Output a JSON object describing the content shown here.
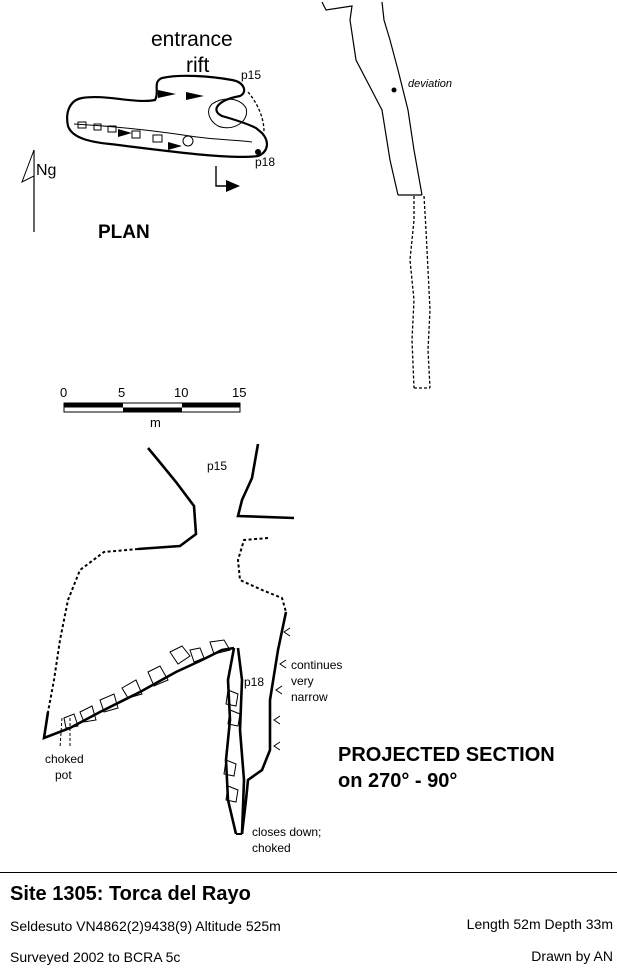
{
  "plan": {
    "entrance_label": "entrance",
    "rift_label": "rift",
    "p15_label": "p15",
    "p18_label": "p18",
    "north_label": "Ng",
    "title": "PLAN"
  },
  "elevation": {
    "deviation_label": "deviation"
  },
  "scale": {
    "ticks": [
      "0",
      "5",
      "10",
      "15"
    ],
    "unit": "m"
  },
  "section": {
    "p15_label": "p15",
    "p18_label": "p18",
    "continues_line1": "continues",
    "continues_line2": "very",
    "continues_line3": "narrow",
    "choked_pot_line1": "choked",
    "choked_pot_line2": "pot",
    "closes_line1": "closes down;",
    "closes_line2": "choked",
    "title_line1": "PROJECTED SECTION",
    "title_line2": "on 270° - 90°"
  },
  "footer": {
    "site_title": "Site 1305: Torca del Rayo",
    "location": "Seldesuto   VN4862(2)9438(9)  Altitude 525m",
    "length_depth": "Length 52m  Depth 33m",
    "surveyed": "Surveyed 2002  to BCRA 5c",
    "drawn_by": "Drawn by AN"
  },
  "colors": {
    "ink": "#000000",
    "paper": "#ffffff"
  }
}
